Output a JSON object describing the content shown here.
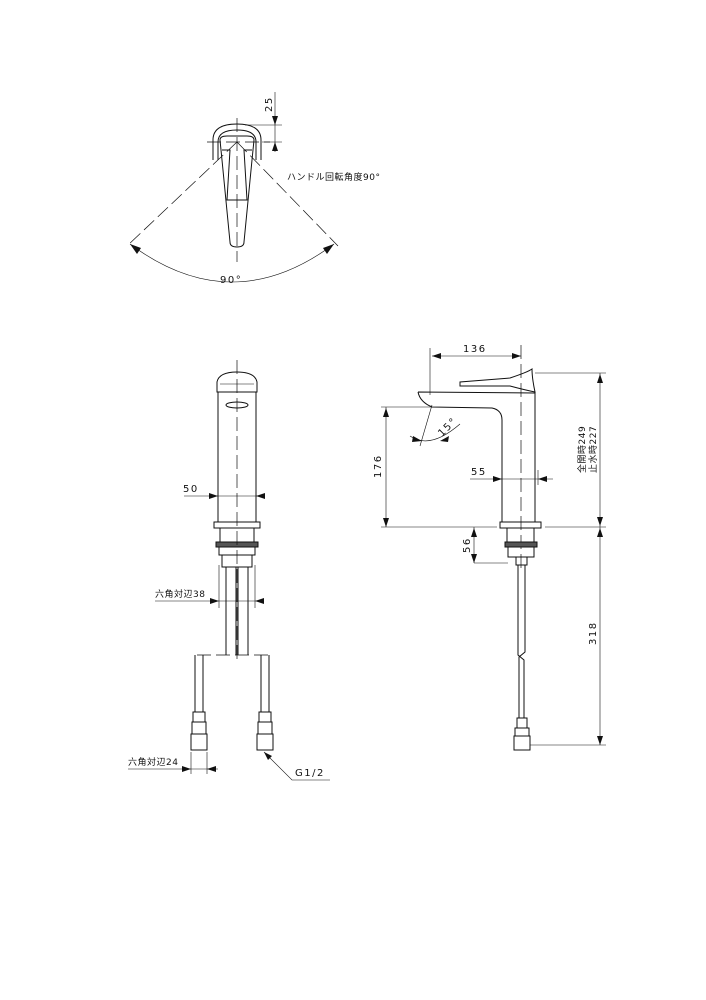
{
  "top_view": {
    "dim_handle_offset": "25",
    "rotation_label": "ハンドル回転角度90°",
    "angle_label": "90°"
  },
  "front_view": {
    "dim_body_width": "50",
    "hex_nut_label": "六角対辺38",
    "hex_fitting_label": "六角対辺24",
    "thread_label": "G1/2"
  },
  "side_view": {
    "dim_reach": "136",
    "dim_spout_height": "176",
    "dim_body_width": "55",
    "dim_below_counter": "56",
    "spout_angle": "15°",
    "height_open": "全開時249",
    "height_closed": "止水時227",
    "dim_hose_length": "318"
  }
}
